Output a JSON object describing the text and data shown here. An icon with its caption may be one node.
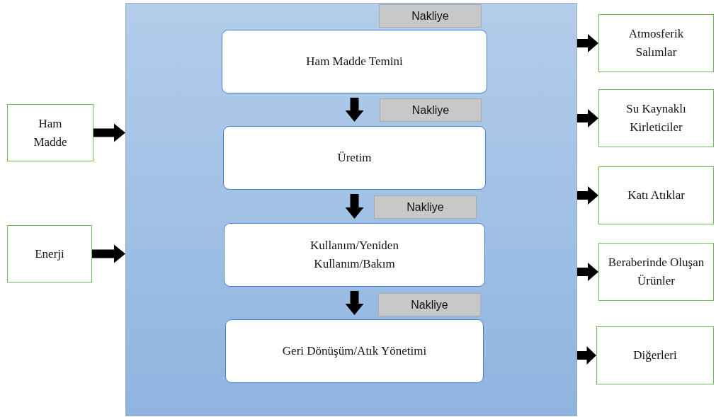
{
  "diagram": {
    "nodes": [
      {
        "text": [],
        "shape": "box"
      },
      {
        "text": [
          "Nakliye"
        ],
        "in": 0
      },
      {
        "text": [
          "Ham Madde Temini"
        ],
        "in": 0
      },
      {
        "text": [
          "Nakliye"
        ],
        "in": 0
      },
      {
        "text": [
          "Üretim"
        ],
        "in": 0
      },
      {
        "text": [
          "Nakliye"
        ],
        "in": 0
      },
      {
        "text": [
          "Kullanım/Yeniden Kullanım/Bakım"
        ],
        "in": 0
      },
      {
        "text": [
          "Nakliye"
        ],
        "in": 0
      },
      {
        "text": [
          "Geri Dönüşüm/Atık Yönetimi"
        ],
        "in": 0
      },
      {
        "text": [
          "Ham Madde"
        ]
      },
      {
        "text": [
          "Enerji"
        ]
      },
      {
        "text": [
          "Atmosferik Salımlar"
        ]
      },
      {
        "text": [
          "Su Kaynaklı Kirleticiler"
        ]
      },
      {
        "text": [
          "Katı Atıklar"
        ]
      },
      {
        "text": [
          "Beraberinde Oluşan Ürünler"
        ]
      },
      {
        "text": [
          "Diğerleri"
        ]
      }
    ],
    "edges": [
      {
        "from": 9,
        "to": 0,
        "arrow": "to"
      },
      {
        "from": 10,
        "to": 0,
        "arrow": "to"
      },
      {
        "from": 2,
        "to": 4,
        "arrow": "to"
      },
      {
        "from": 4,
        "to": 6,
        "arrow": "to"
      },
      {
        "from": 6,
        "to": 8,
        "arrow": "to"
      },
      {
        "from": 0,
        "to": 11,
        "arrow": "to"
      },
      {
        "from": 0,
        "to": 12,
        "arrow": "to"
      },
      {
        "from": 0,
        "to": 13,
        "arrow": "to"
      },
      {
        "from": 0,
        "to": 14,
        "arrow": "to"
      },
      {
        "from": 0,
        "to": 15,
        "arrow": "to"
      }
    ]
  }
}
